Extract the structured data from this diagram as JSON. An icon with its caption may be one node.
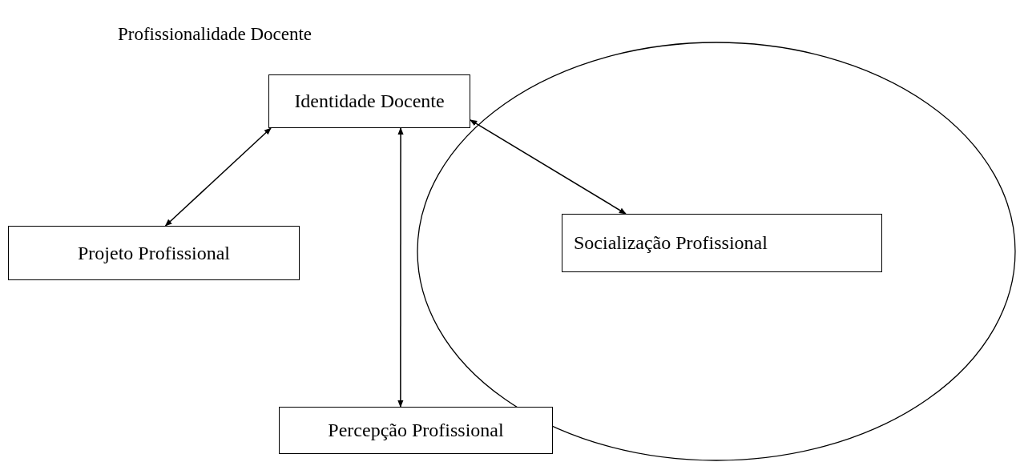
{
  "diagram": {
    "title": "Profissionalidade Docente",
    "nodes": [
      {
        "text": [
          "Identidade Docente"
        ]
      },
      {
        "text": [
          "Projeto Profissional"
        ]
      },
      {
        "text": [],
        "shape": "circle"
      },
      {
        "text": [
          "Socialização Profissional"
        ],
        "in": 2
      },
      {
        "text": [
          "Percepção Profissional"
        ]
      }
    ],
    "edges": [
      {
        "from": 0,
        "to": 1,
        "arrow": "both"
      },
      {
        "from": 0,
        "to": 4,
        "arrow": "both"
      },
      {
        "from": 0,
        "to": 3,
        "arrow": "both"
      }
    ]
  }
}
